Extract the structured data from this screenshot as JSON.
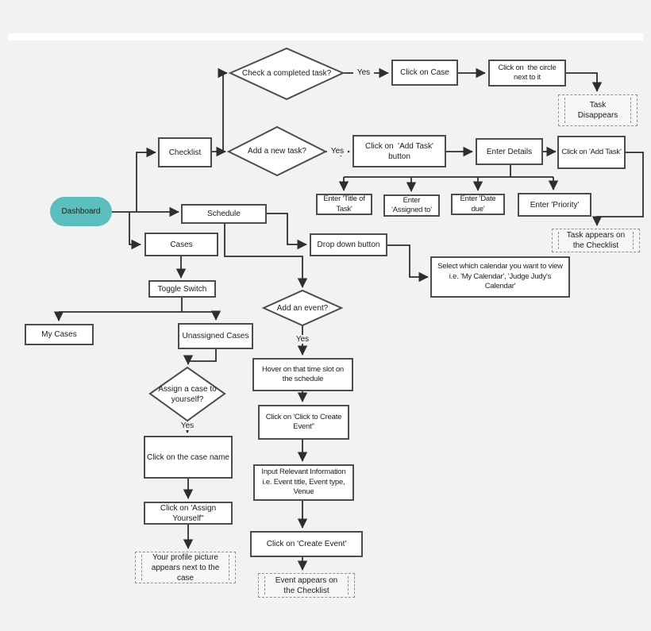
{
  "colors": {
    "accent_teal": "#5ABFBD",
    "box_border": "#4D4D4D",
    "line": "#2E2E2E",
    "canvas_bg": "#F2F2F3"
  },
  "nodes": {
    "dashboard": "Dashboard",
    "checklist": "Checklist",
    "check_completed_task": "Check a completed task?",
    "click_on_case": "Click on Case",
    "click_on_circle": "Click on  the circle\nnext to it",
    "task_disappears": "Task\nDisappears",
    "add_new_task": "Add a new task?",
    "click_add_task_button": "Click on  'Add Task'\nbutton",
    "enter_details": "Enter Details",
    "click_add_task": "Click on 'Add Task'",
    "enter_title": "Enter 'Title of\nTask'",
    "enter_assigned": "Enter\n'Assigned to'",
    "enter_date": "Enter 'Date\ndue'",
    "enter_priority": "Enter 'Priority'",
    "task_appears": "Task appears on\nthe Checklist",
    "schedule": "Schedule",
    "cases": "Cases",
    "dropdown_button": "Drop down button",
    "select_calendar": "Select which calendar you want to view\ni.e. 'My Calendar', 'Judge Judy's\nCalendar'",
    "toggle_switch": "Toggle Switch",
    "add_an_event": "Add an event?",
    "my_cases": "My Cases",
    "unassigned_cases": "Unassigned Cases",
    "assign_case": "Assign a case to\nyourself?",
    "hover_time_slot": "Hover on that time slot on\nthe schedule",
    "click_to_create_event": "Click on 'Click to Create\nEvent\"",
    "click_case_name": "Click on the case name",
    "input_relevant_info": "Input Relevant Information\ni.e. Event title, Event type,\nVenue",
    "assign_yourself": "Click on 'Assign\nYourself\"",
    "click_create_event": "Click on 'Create Event'",
    "profile_picture": "Your profile picture\nappears next to the\ncase",
    "event_appears": "Event appears on\nthe Checklist"
  },
  "edge_labels": {
    "yes_check_completed": "Yes",
    "yes_add_task": "Yes",
    "yes_add_event": "Yes",
    "yes_assign_case": "Yes"
  }
}
